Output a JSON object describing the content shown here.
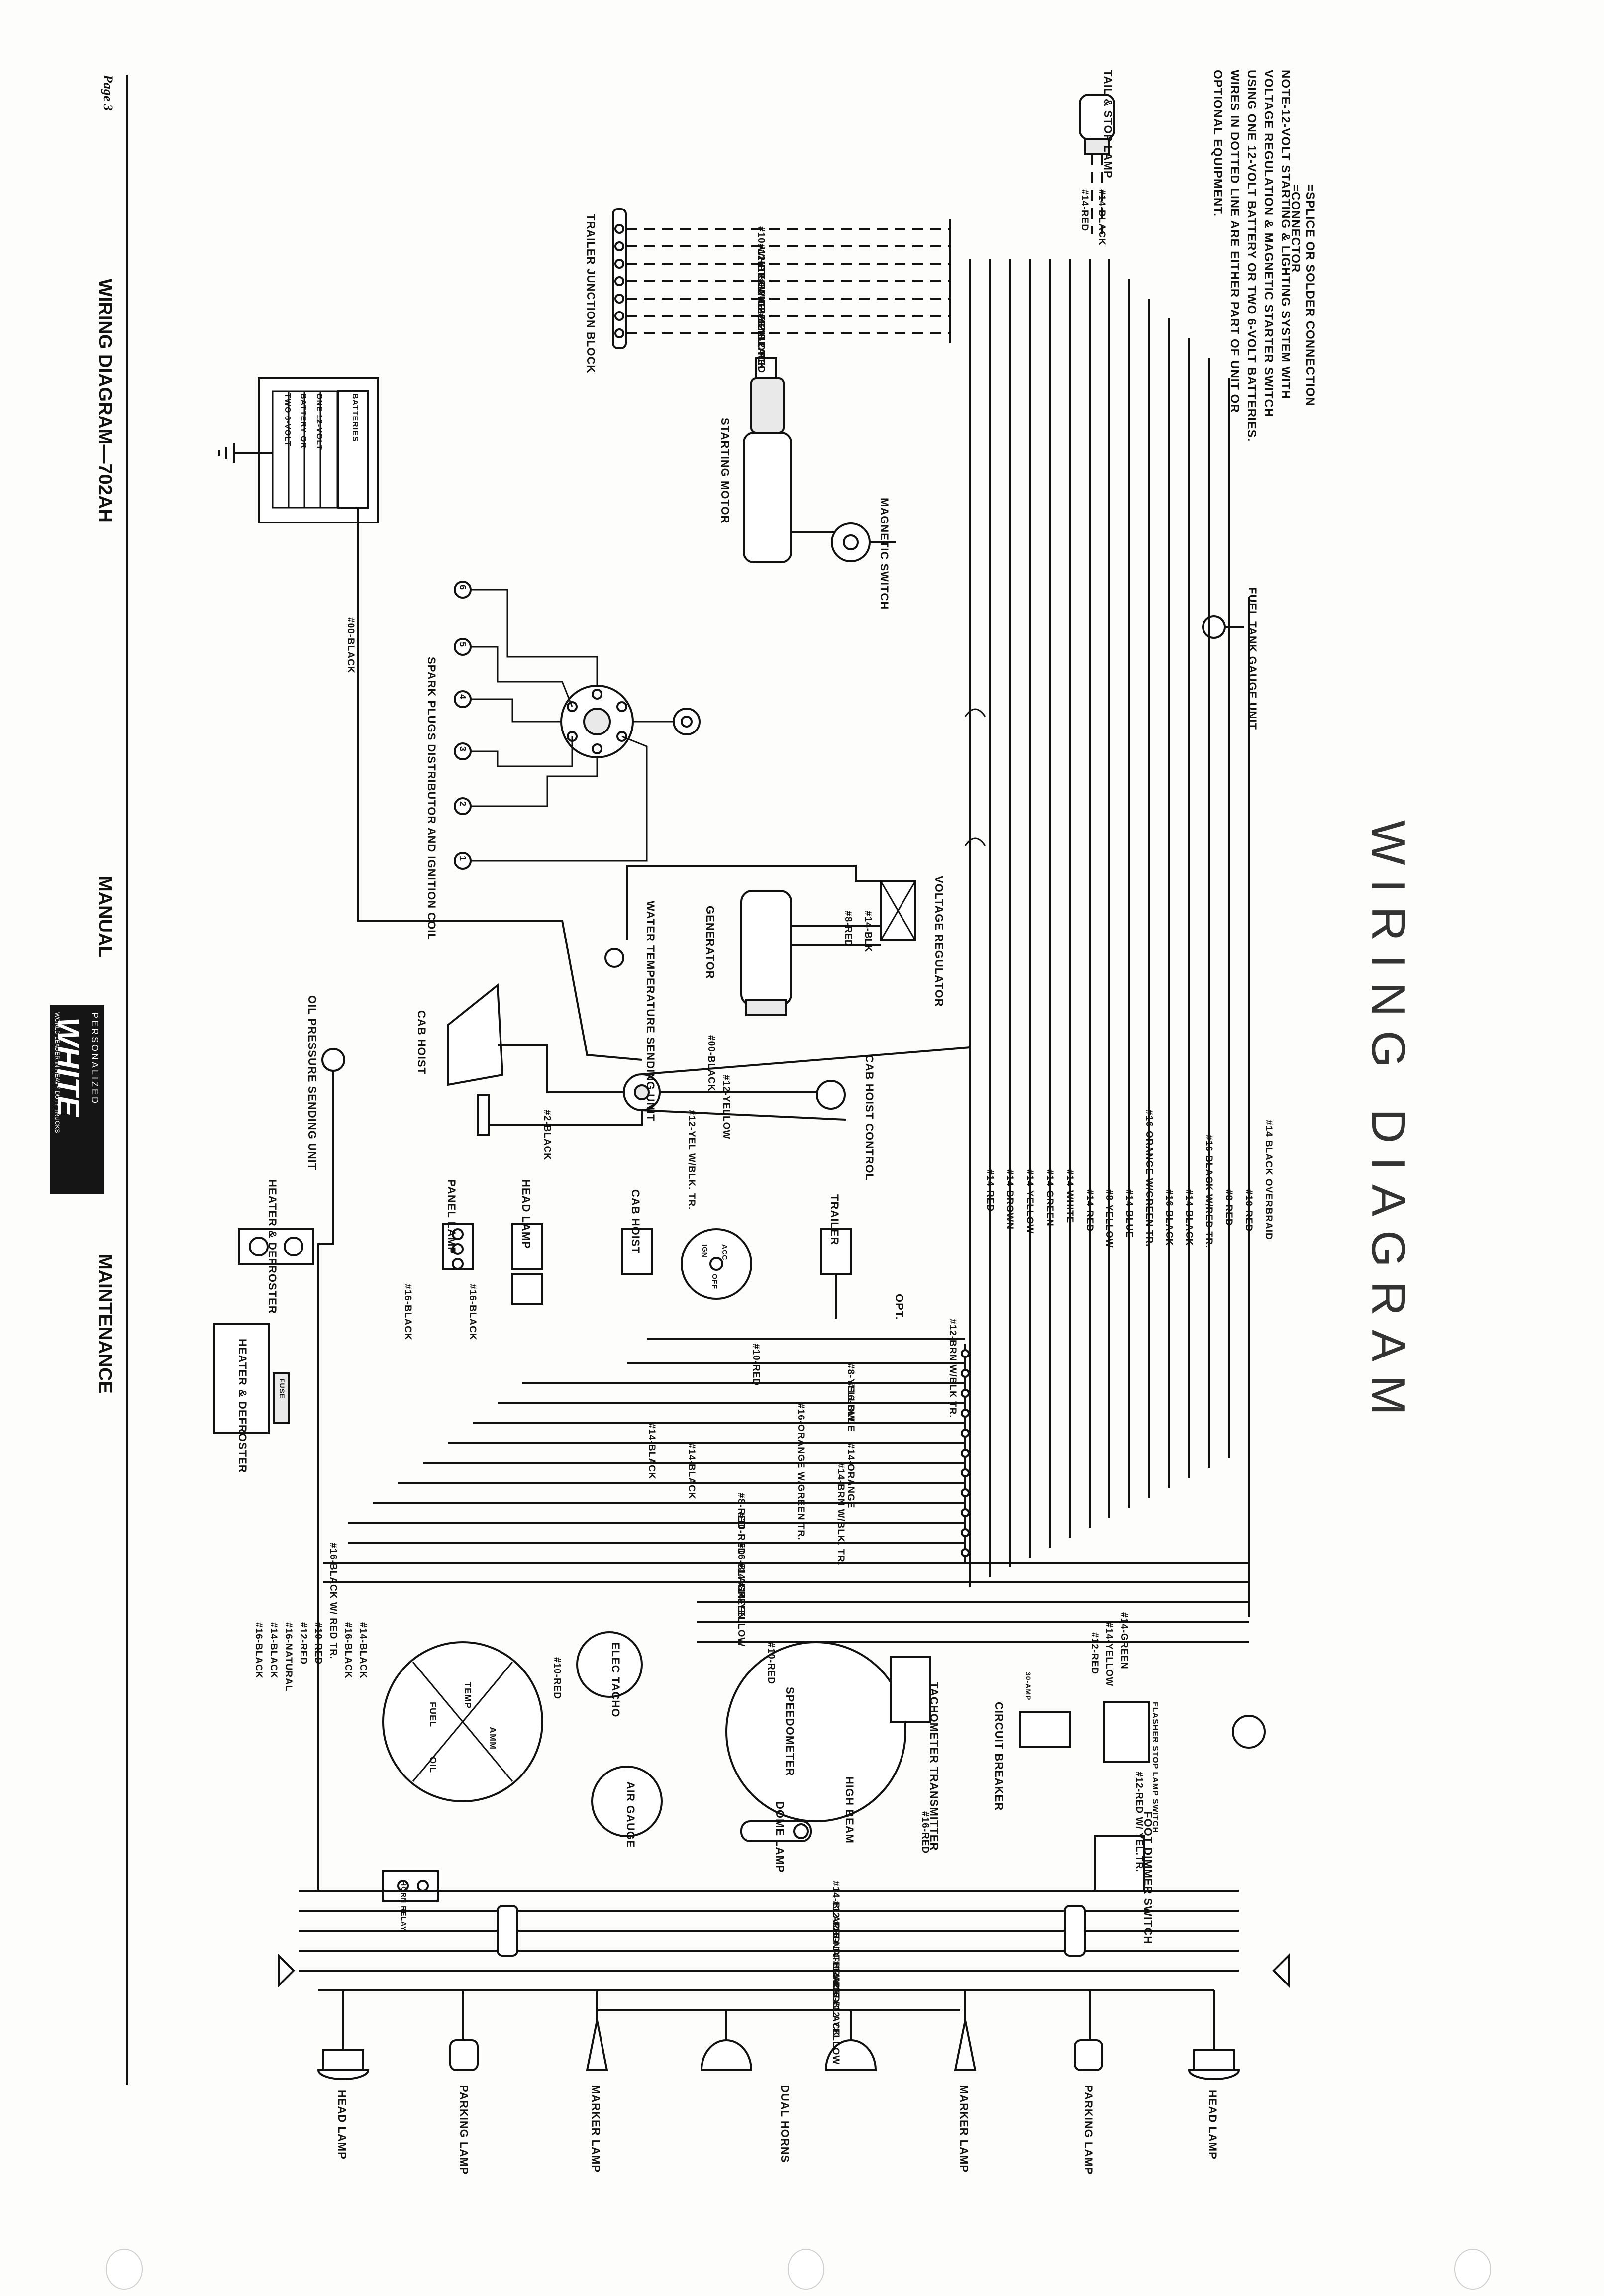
{
  "header": {
    "title": "WIRING DIAGRAM—702AH",
    "page": "Page 3",
    "maintenance": "MAINTENANCE",
    "manual": "MANUAL",
    "logo": {
      "top": "PERSONALIZED",
      "brand": "WHITE",
      "tagline": "WORLD LEADER IN HEAVY DUTY TRUCKS"
    }
  },
  "big_title": "WIRING DIAGRAM",
  "note": {
    "lines": [
      "NOTE-12-VOLT STARTING & LIGHTING SYSTEM WITH",
      "VOLTAGE REGULATION & MAGNETIC STARTER SWITCH",
      "USING ONE 12-VOLT BATTERY OR TWO 6-VOLT BATTERIES.",
      "WIRES IN DOTTED LINE ARE EITHER PART OF UNIT OR",
      "OPTIONAL EQUIPMENT."
    ],
    "legend": [
      "=SPLICE OR SOLDER CONNECTION",
      "=CONNECTOR"
    ]
  },
  "components": {
    "battery": [
      "ONE 12-VOLT",
      "BATTERY OR",
      "TWO 6-VOLT",
      "BATTERIES"
    ],
    "trailer_junction": "TRAILER JUNCTION BLOCK",
    "starting_motor": "STARTING MOTOR",
    "magnetic_switch": "MAGNETIC SWITCH",
    "spark_plugs": "SPARK PLUGS DISTRIBUTOR AND IGNITION COIL",
    "plug_numbers": [
      "1",
      "2",
      "3",
      "4",
      "5",
      "6"
    ],
    "water_temp": "WATER TEMPERATURE SENDING UNIT",
    "generator": "GENERATOR",
    "voltage_regulator": "VOLTAGE REGULATOR",
    "fuel_tank": "FUEL TANK GAUGE UNIT",
    "tail_stop": "TAIL & STOP LAMP",
    "oil_pressure": "OIL PRESSURE SENDING UNIT",
    "cab_hoist": "CAB HOIST",
    "cab_hoist_control": "CAB HOIST CONTROL",
    "heater_defroster": "HEATER & DEFROSTER",
    "fuse": "FUSE",
    "heater_switch": "HEATER & DEFROSTER",
    "panel_lamp": "PANEL LAMP",
    "head_lamp_switch": "HEAD LAMP",
    "cab_hoist_switch": "CAB HOIST",
    "trailer_switch": "TRAILER",
    "opt": "OPT.",
    "elec_tacho": "ELEC TACHO",
    "speedometer": "SPEEDOMETER",
    "high_beam": "HIGH BEAM",
    "air_gauge": "AIR GAUGE",
    "tach_transmitter": "TACHOMETER TRANSMITTER",
    "circuit_breaker": "CIRCUIT BREAKER",
    "flasher": "FLASHER STOP LAMP SWITCH",
    "foot_dimmer": "FOOT DIMMER SWITCH",
    "dome_lamp": "DOME LAMP",
    "horn_relay": "HORN RELAY",
    "gauge_cluster": [
      "FUEL",
      "TEMP",
      "OIL",
      "AMM"
    ],
    "ign_switch": [
      "IGN",
      "ACC",
      "OFF"
    ],
    "bottom": [
      "HEAD LAMP",
      "PARKING LAMP",
      "MARKER LAMP",
      "DUAL HORNS",
      "MARKER LAMP",
      "PARKING LAMP",
      "HEAD LAMP"
    ]
  },
  "wires": {
    "trailer": [
      "#10-WHITE",
      "#12-BROWN",
      "#12-BLUE",
      "#12-GREEN",
      "#12-YELLOW",
      "#12-BLACK",
      "#12-RED"
    ],
    "tail": [
      "#14-RED",
      "#14-BLACK"
    ],
    "battery_cable": "#00-BLACK",
    "gen": [
      "#8-RED",
      "#14-BLK"
    ],
    "oo_black": "#00-BLACK",
    "hoist": [
      "#12-YELLOW",
      "#12-YEL W/BLK. TR.",
      "#2-BLACK"
    ],
    "harness_a": [
      "#14-RED",
      "#14-BROWN",
      "#14-YELLOW",
      "#14-GREEN",
      "#14-WHITE"
    ],
    "harness_b": [
      "#14-RED",
      "#8-YELLOW",
      "#14-BLUE",
      "#16-ORANGE W/GREEN TR.",
      "#16-BLACK",
      "#14-BLACK",
      "#16-BLACK W/RED TR.",
      "#8-RED",
      "#10-RED",
      "#14 BLACK OVERBRAID"
    ],
    "mid": [
      "#12-BRN W/BLK TR.",
      "#10-RED",
      "#8-YELLOW",
      "#16-BLUE",
      "#16-ORANGE W/GREEN TR.",
      "#14-BLACK",
      "#14-BLACK",
      "#14-ORANGE",
      "#14-BRN W/BLK. TR.",
      "#8-RED",
      "#10-RED",
      "#16-BLACK",
      "#14-GREEN",
      "#14-YELLOW",
      "#10-RED"
    ],
    "dash": [
      "#16-BLACK",
      "#16-BLACK"
    ],
    "left_bundle": [
      "#16-BLACK",
      "#14-BLACK",
      "#16-NATURAL",
      "#12-RED",
      "#10-RED",
      "#16-BLACK W/ RED TR.",
      "#16-BLACK",
      "#14-BLACK"
    ],
    "gauge": "#10-RED",
    "right": [
      "#14-GREEN",
      "#14-YELLOW",
      "#12-RED",
      "#12-RED W/ YEL.TR.",
      "#16-RED"
    ],
    "cb": "30-AMP",
    "front": [
      "#14-BLACK",
      "#12-RED",
      "#16-NATURAL",
      "#14-BLACK",
      "#14-RED",
      "#16-BLACK",
      "#12-YELLOW"
    ]
  }
}
